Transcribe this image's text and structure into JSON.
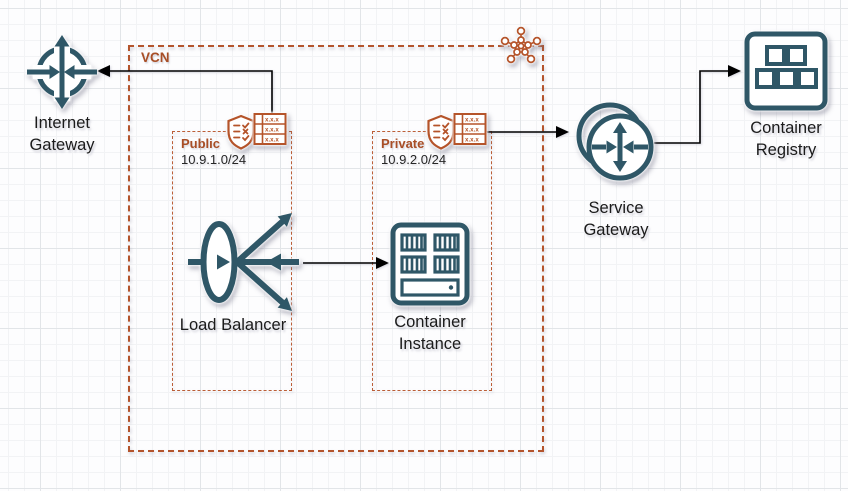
{
  "vcn": {
    "label": "VCN"
  },
  "subnets": {
    "public": {
      "label": "Public",
      "cidr": "10.9.1.0/24"
    },
    "private": {
      "label": "Private",
      "cidr": "10.9.2.0/24"
    }
  },
  "nodes": {
    "internet_gateway": {
      "label": "Internet Gateway"
    },
    "load_balancer": {
      "label": "Load Balancer"
    },
    "container_instance": {
      "label": "Container Instance"
    },
    "service_gateway": {
      "label": "Service Gateway"
    },
    "container_registry": {
      "label": "Container Registry"
    }
  },
  "icons": {
    "route_table_cell": "x.x.x",
    "security_list": "security-list-shield-icon",
    "route_table": "route-table-icon",
    "vcn_cluster": "vcn-network-cluster-icon"
  },
  "colors": {
    "node_teal": "#2f5767",
    "vcn_orange": "#b4542c",
    "subnet_label_orange": "#a84e26",
    "arrow": "#000000",
    "text": "#1b1b1b"
  }
}
